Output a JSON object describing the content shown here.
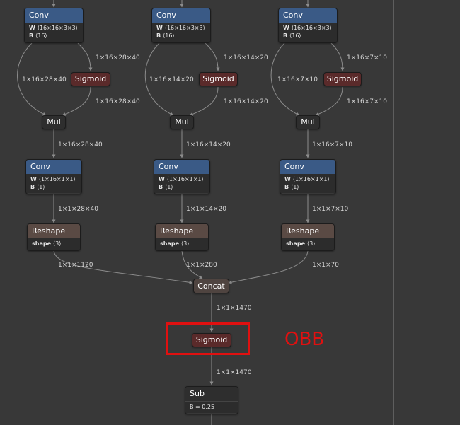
{
  "branches": [
    {
      "conv1": {
        "title": "Conv",
        "w_label": "W",
        "w_value": "⟨16×16×3×3⟩",
        "b_label": "B",
        "b_value": "⟨16⟩"
      },
      "sigmoid": "Sigmoid",
      "mul": "Mul",
      "conv2": {
        "title": "Conv",
        "w_label": "W",
        "w_value": "⟨1×16×1×1⟩",
        "b_label": "B",
        "b_value": "⟨1⟩"
      },
      "reshape": {
        "title": "Reshape",
        "shape_label": "shape",
        "shape_value": "⟨3⟩"
      },
      "edges": {
        "to_sigmoid": "1×16×28×40",
        "skip_left": "1×16×28×40",
        "from_sigmoid": "1×16×28×40",
        "mul_to_conv": "1×16×28×40",
        "conv_to_reshape": "1×1×28×40",
        "reshape_to_concat": "1×1×1120"
      }
    },
    {
      "conv1": {
        "title": "Conv",
        "w_label": "W",
        "w_value": "⟨16×16×3×3⟩",
        "b_label": "B",
        "b_value": "⟨16⟩"
      },
      "sigmoid": "Sigmoid",
      "mul": "Mul",
      "conv2": {
        "title": "Conv",
        "w_label": "W",
        "w_value": "⟨1×16×1×1⟩",
        "b_label": "B",
        "b_value": "⟨1⟩"
      },
      "reshape": {
        "title": "Reshape",
        "shape_label": "shape",
        "shape_value": "⟨3⟩"
      },
      "edges": {
        "to_sigmoid": "1×16×14×20",
        "skip_left": "1×16×14×20",
        "from_sigmoid": "1×16×14×20",
        "mul_to_conv": "1×16×14×20",
        "conv_to_reshape": "1×1×14×20",
        "reshape_to_concat": "1×1×280"
      }
    },
    {
      "conv1": {
        "title": "Conv",
        "w_label": "W",
        "w_value": "⟨16×16×3×3⟩",
        "b_label": "B",
        "b_value": "⟨16⟩"
      },
      "sigmoid": "Sigmoid",
      "mul": "Mul",
      "conv2": {
        "title": "Conv",
        "w_label": "W",
        "w_value": "⟨1×16×1×1⟩",
        "b_label": "B",
        "b_value": "⟨1⟩"
      },
      "reshape": {
        "title": "Reshape",
        "shape_label": "shape",
        "shape_value": "⟨3⟩"
      },
      "edges": {
        "to_sigmoid": "1×16×7×10",
        "skip_left": "1×16×7×10",
        "from_sigmoid": "1×16×7×10",
        "mul_to_conv": "1×16×7×10",
        "conv_to_reshape": "1×1×7×10",
        "reshape_to_concat": "1×1×70"
      }
    }
  ],
  "concat": {
    "title": "Concat",
    "out_edge": "1×1×1470"
  },
  "final_sigmoid": {
    "title": "Sigmoid",
    "out_edge": "1×1×1470"
  },
  "sub": {
    "title": "Sub",
    "b_text": "B = 0.25"
  },
  "annotation": {
    "text": "OBB",
    "color": "#e01010"
  },
  "colors": {
    "background": "#383838",
    "conv_header": "#3a5a86",
    "sigmoid": "#5a2a2a",
    "reshape_header": "#5a4a44",
    "edge": "#8c8c8c"
  }
}
